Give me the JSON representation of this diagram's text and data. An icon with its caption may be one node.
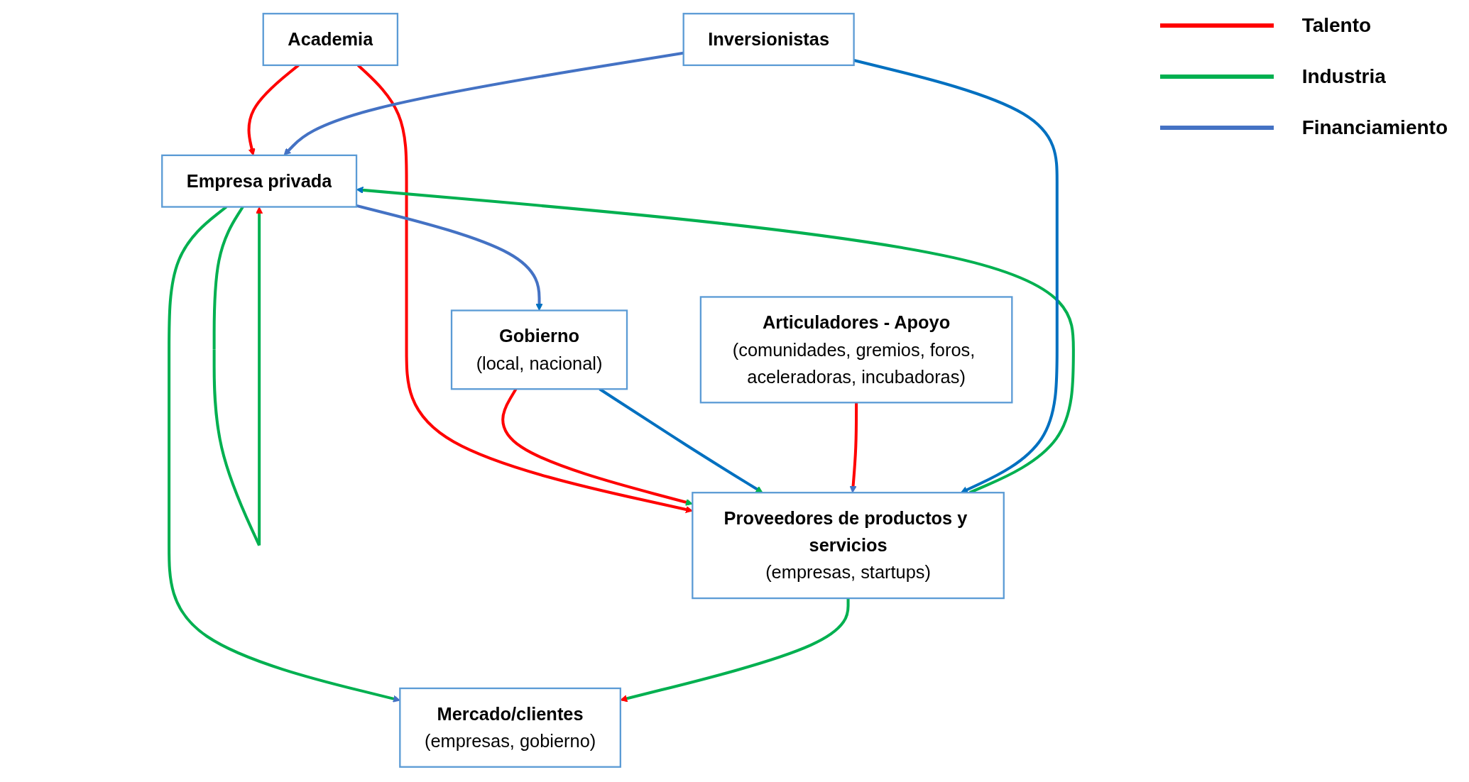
{
  "diagram": {
    "nodes": [
      {
        "text": [
          "Academia"
        ]
      },
      {
        "text": [
          "Empresa privada"
        ]
      },
      {
        "text": [
          "Proveedores de productos y servicios",
          "(empresas, startups)"
        ]
      },
      {
        "text": [
          "Gobierno",
          "(local, nacional)"
        ]
      },
      {
        "text": [
          "Mercado/clientes",
          "(empresas, gobierno)"
        ]
      },
      {
        "text": [
          "Articuladores - Apoyo",
          "(comunidades, gremios, foros, aceleradoras, incubadoras)"
        ]
      },
      {
        "text": [
          "Inversionistas"
        ]
      }
    ],
    "edges": [
      {
        "from": 0,
        "to": 1,
        "arrow": "to",
        "color": "#ff0000"
      },
      {
        "from": 0,
        "to": 2,
        "arrow": "to",
        "color": "#ff0000"
      },
      {
        "from": 1,
        "to": 1,
        "arrow": "to",
        "color": "#00b050"
      },
      {
        "from": 2,
        "to": 1,
        "arrow": "to",
        "color": "#00b050"
      },
      {
        "from": 3,
        "to": 2,
        "arrow": "to",
        "color": "#ff0000"
      },
      {
        "from": 3,
        "to": 2,
        "arrow": "to",
        "color": "#0070c0"
      },
      {
        "from": 1,
        "to": 4,
        "arrow": "to",
        "color": "#00b050"
      },
      {
        "from": 2,
        "to": 4,
        "arrow": "to",
        "color": "#00b050"
      },
      {
        "from": 1,
        "to": 3,
        "arrow": "to",
        "color": "#4472c4"
      },
      {
        "from": 5,
        "to": 2,
        "arrow": "to",
        "color": "#ff0000"
      },
      {
        "from": 6,
        "to": 2,
        "arrow": "to",
        "color": "#0070c0"
      },
      {
        "from": 6,
        "to": 1,
        "arrow": "to",
        "color": "#4472c4"
      }
    ],
    "legend": [
      {
        "text": "Talento",
        "color": "#ff0000"
      },
      {
        "text": "Industria",
        "color": "#00b050"
      },
      {
        "text": "Financiamiento",
        "color": "#4472c4"
      }
    ]
  }
}
